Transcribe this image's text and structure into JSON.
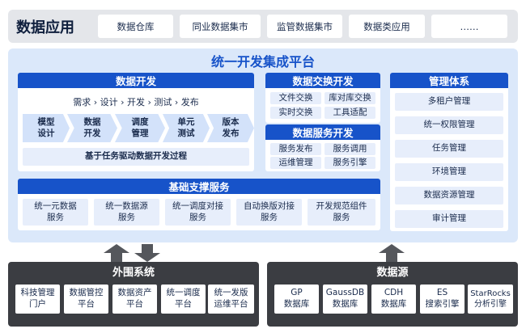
{
  "header": {
    "title": "数据应用",
    "tabs": [
      "数据仓库",
      "同业数据集市",
      "监管数据集市",
      "数据类应用",
      "……"
    ]
  },
  "platform": {
    "title": "统一开发集成平台",
    "dev": {
      "title": "数据开发",
      "flow": "需求 › 设计 › 开发 › 测试 › 发布",
      "steps": [
        "模型\n设计",
        "数据\n开发",
        "调度\n管理",
        "单元\n测试",
        "版本\n发布"
      ],
      "footer": "基于任务驱动数据开发过程"
    },
    "exchange": {
      "title": "数据交换开发",
      "items": [
        "文件交换",
        "库对库交换",
        "实时交换",
        "工具适配"
      ]
    },
    "service": {
      "title": "数据服务开发",
      "items": [
        "服务发布",
        "服务调用",
        "运维管理",
        "服务引擎"
      ]
    },
    "mgmt": {
      "title": "管理体系",
      "items": [
        "多租户管理",
        "统一权限管理",
        "任务管理",
        "环境管理",
        "数据资源管理",
        "审计管理"
      ]
    },
    "base": {
      "title": "基础支撑服务",
      "items": [
        "统一元数据\n服务",
        "统一数据源\n服务",
        "统一调度对接\n服务",
        "自动换版对接\n服务",
        "开发规范组件\n服务"
      ]
    }
  },
  "external": {
    "title": "外围系统",
    "items": [
      "科技管理\n门户",
      "数据管控\n平台",
      "数据资产\n平台",
      "统一调度\n平台",
      "统一发版\n运维平台"
    ]
  },
  "sources": {
    "title": "数据源",
    "items": [
      "GP\n数据库",
      "GaussDB\n数据库",
      "CDH\n数据库",
      "ES\n搜索引擎",
      "StarRocks\n分析引擎"
    ]
  },
  "colors": {
    "primary": "#1753c9",
    "light": "#dbe8fa",
    "dark": "#3b3d42",
    "arrow": "#55575c"
  }
}
